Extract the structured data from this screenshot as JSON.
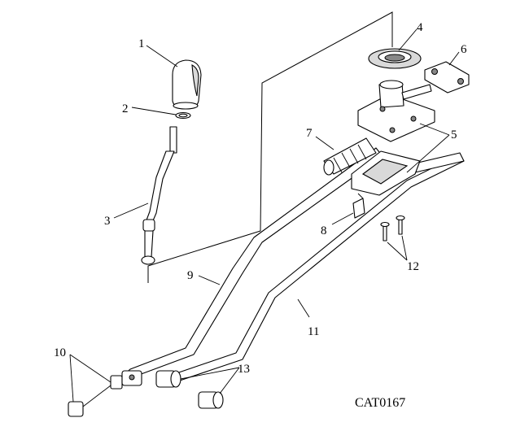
{
  "diagram": {
    "catalog_code": "CAT0167",
    "callouts": [
      {
        "id": "1",
        "label": "1",
        "part": "gear-knob"
      },
      {
        "id": "2",
        "label": "2",
        "part": "knob-ring"
      },
      {
        "id": "3",
        "label": "3",
        "part": "gear-lever"
      },
      {
        "id": "4",
        "label": "4",
        "part": "gaiter-boot"
      },
      {
        "id": "5",
        "label": "5",
        "part": "selector-housing"
      },
      {
        "id": "6",
        "label": "6",
        "part": "clamp-bracket"
      },
      {
        "id": "7",
        "label": "7",
        "part": "bellows"
      },
      {
        "id": "8",
        "label": "8",
        "part": "clip"
      },
      {
        "id": "9",
        "label": "9",
        "part": "selector-rod"
      },
      {
        "id": "10",
        "label": "10",
        "part": "universal-joint"
      },
      {
        "id": "11",
        "label": "11",
        "part": "support-rod"
      },
      {
        "id": "12",
        "label": "12",
        "part": "bolts"
      },
      {
        "id": "13",
        "label": "13",
        "part": "bushes"
      }
    ]
  }
}
